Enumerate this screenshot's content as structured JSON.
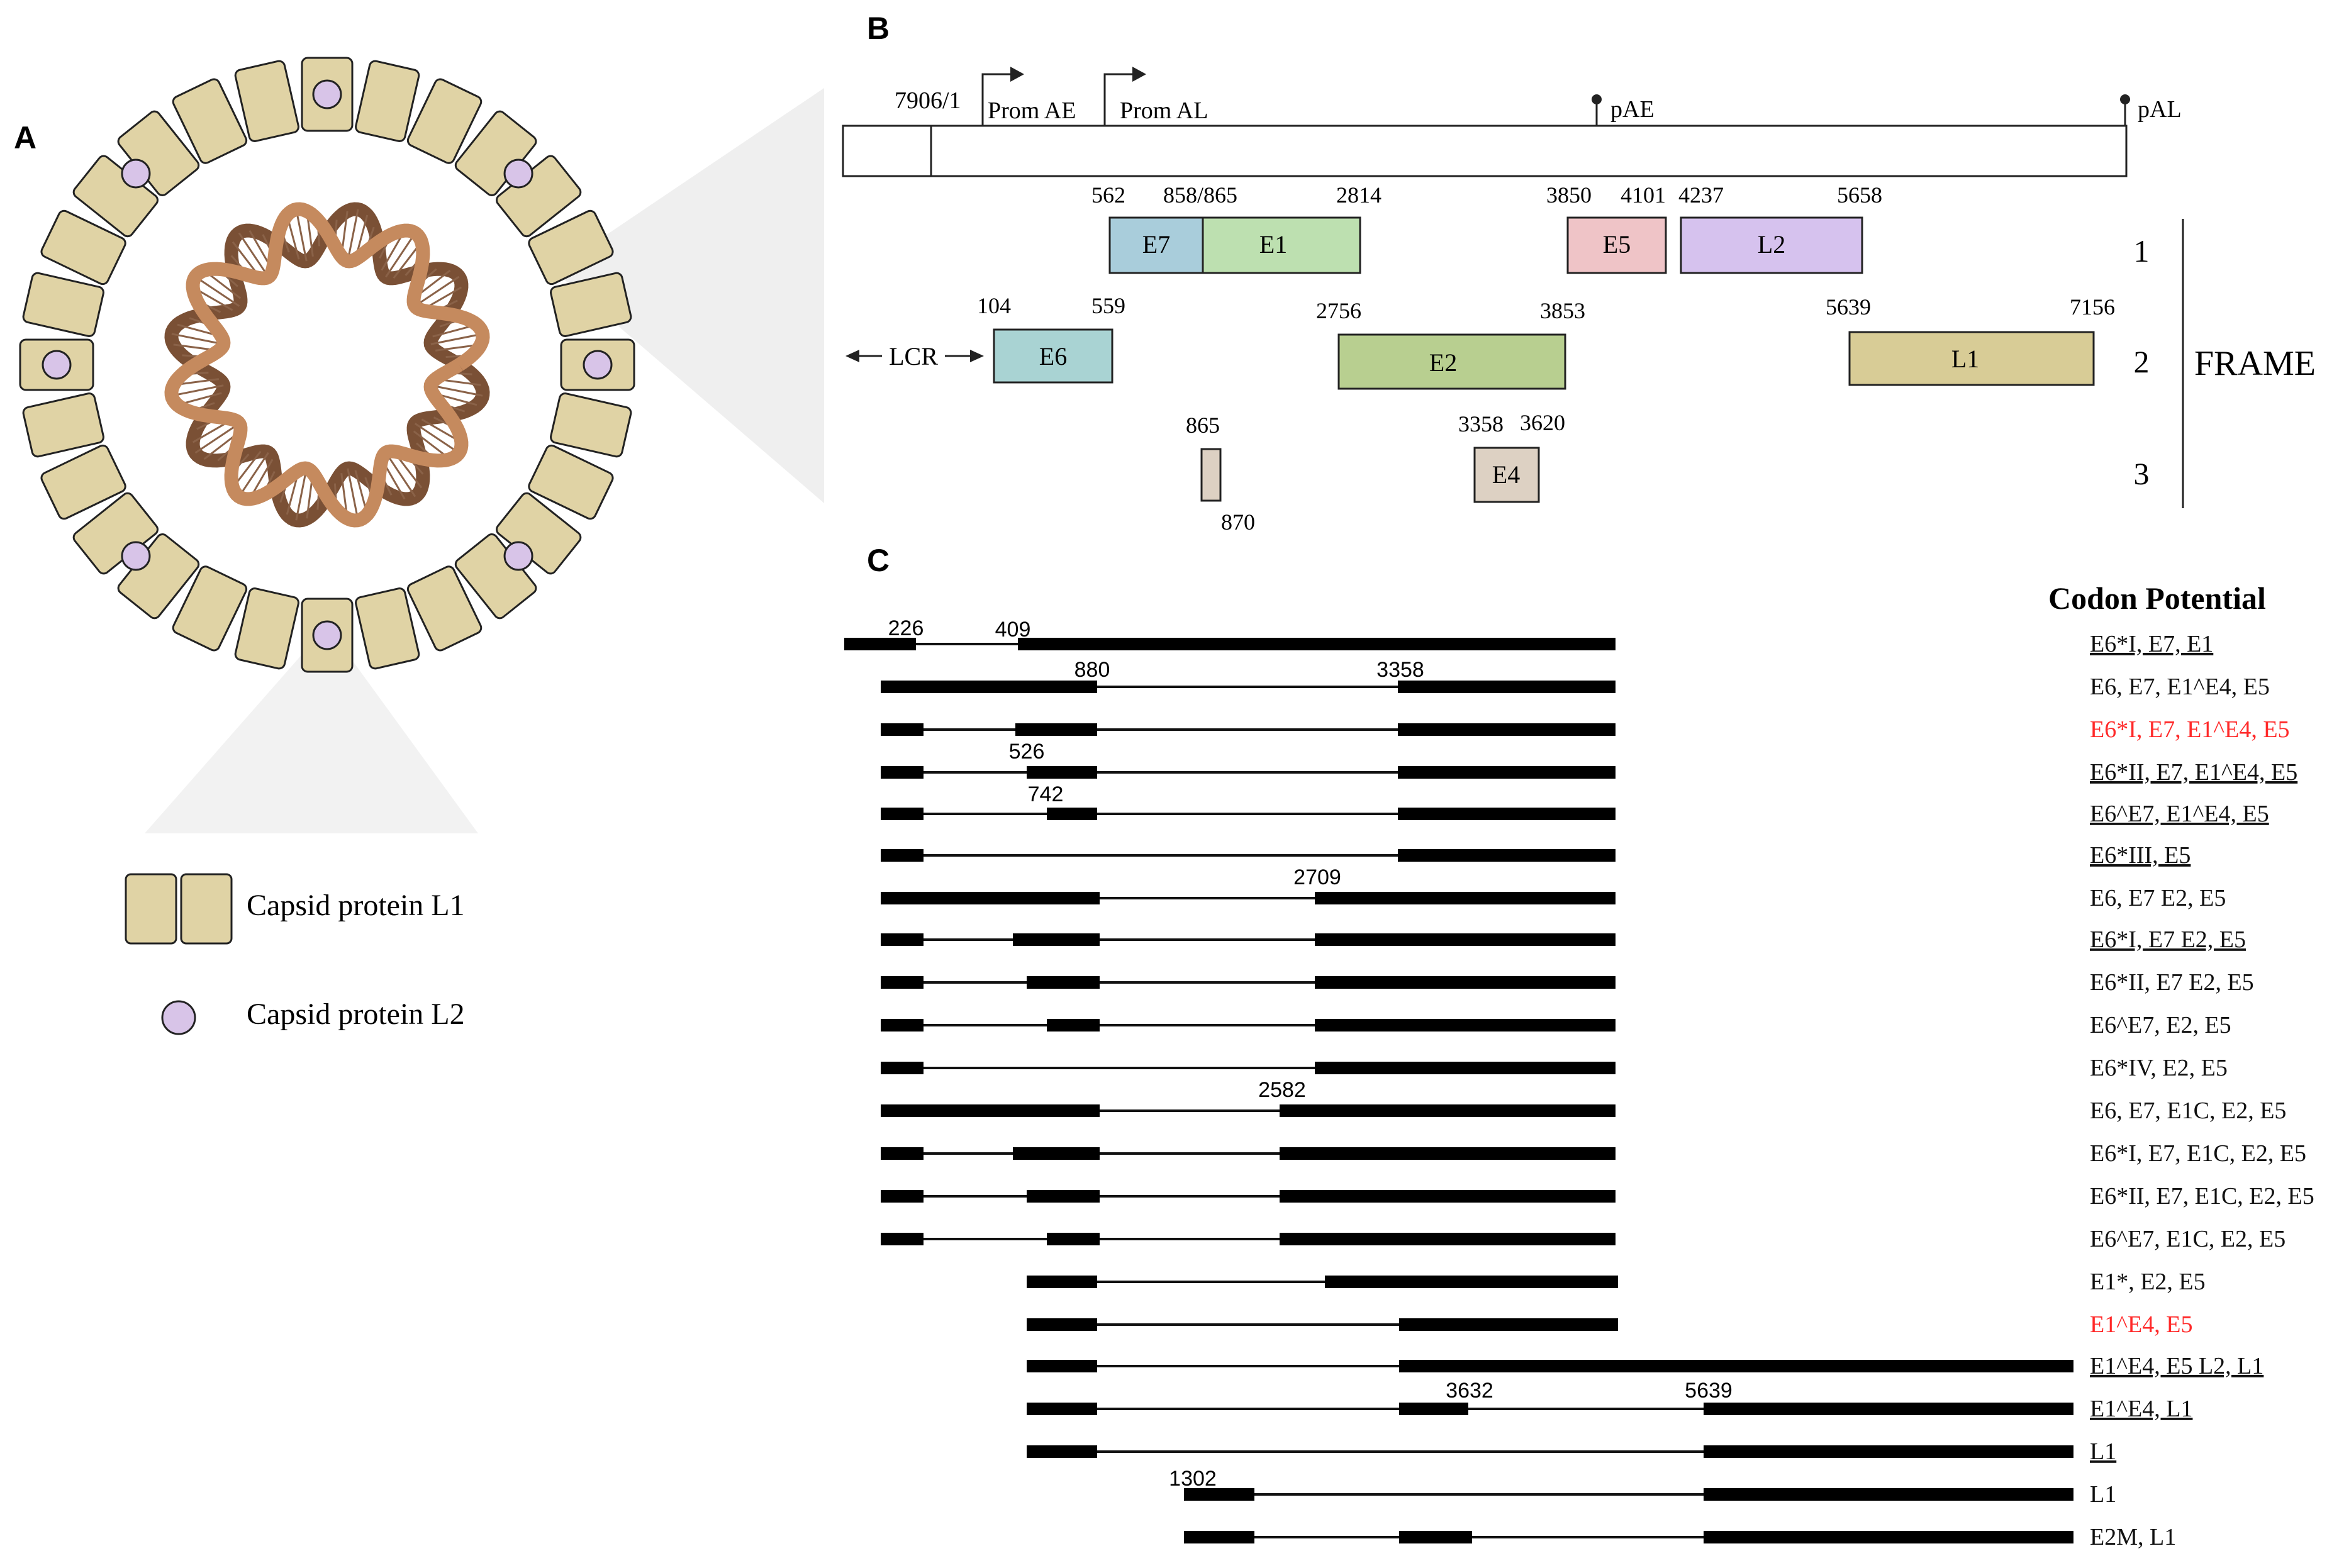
{
  "panel_labels": {
    "a": "A",
    "b": "B",
    "c": "C"
  },
  "legend": [
    {
      "label": "Capsid protein L1",
      "icon": "capsid-l1-icon"
    },
    {
      "label": "Capsid protein L2",
      "icon": "capsid-l2-icon"
    }
  ],
  "colors": {
    "capsomer_fill": "#e0d3a5",
    "l2_fill": "#d8c4e8",
    "dna_dark": "#7a5035",
    "dna_light": "#c58a5e",
    "highlight_red": "#ff2a2a",
    "gene_E6": "#a9d3d3",
    "gene_E7": "#a9cddb",
    "gene_E1": "#bde0b0",
    "gene_E5": "#efc4c7",
    "gene_L2": "#d6c2ee",
    "gene_E2": "#b8cf90",
    "gene_L1": "#d8cc96",
    "gene_E4": "#ddd1c3"
  },
  "genome": {
    "origin_label": "7906/1",
    "promoters": [
      "Prom AE",
      "Prom AL"
    ],
    "polyA": [
      "pAE",
      "pAL"
    ],
    "lcr_label": "LCR",
    "frame_title": "FRAME",
    "frames": [
      "1",
      "2",
      "3"
    ],
    "genes": [
      {
        "name": "E7",
        "frame": 1,
        "start": "562",
        "end": ""
      },
      {
        "name": "E1",
        "frame": 1,
        "start": "858/865",
        "end": "2814"
      },
      {
        "name": "E5",
        "frame": 1,
        "start": "3850",
        "end": "4101"
      },
      {
        "name": "L2",
        "frame": 1,
        "start": "4237",
        "end": "5658"
      },
      {
        "name": "E6",
        "frame": 2,
        "start": "104",
        "end": "559"
      },
      {
        "name": "E2",
        "frame": 2,
        "start": "2756",
        "end": "3853"
      },
      {
        "name": "L1",
        "frame": 2,
        "start": "5639",
        "end": "7156"
      },
      {
        "name": "",
        "frame": 3,
        "start": "865",
        "end": "870"
      },
      {
        "name": "E4",
        "frame": 3,
        "start": "3358",
        "end": "3620"
      }
    ]
  },
  "transcripts": {
    "header": "Codon Potential",
    "splice_sites": [
      "226",
      "409",
      "880",
      "3358",
      "526",
      "742",
      "2709",
      "2582",
      "3632",
      "5639",
      "1302"
    ],
    "rows": [
      {
        "label": "E6*I, E7, E1",
        "underlined": true,
        "red": false
      },
      {
        "label": "E6, E7, E1^E4, E5",
        "underlined": false,
        "red": false
      },
      {
        "label": "E6*I, E7, E1^E4, E5",
        "underlined": false,
        "red": true
      },
      {
        "label": "E6*II, E7, E1^E4, E5",
        "underlined": true,
        "red": false
      },
      {
        "label": "E6^E7, E1^E4, E5",
        "underlined": true,
        "red": false
      },
      {
        "label": "E6*III, E5",
        "underlined": true,
        "red": false
      },
      {
        "label": "E6, E7 E2, E5",
        "underlined": false,
        "red": false
      },
      {
        "label": "E6*I, E7 E2, E5",
        "underlined": true,
        "red": false
      },
      {
        "label": "E6*II, E7 E2, E5",
        "underlined": false,
        "red": false
      },
      {
        "label": "E6^E7, E2, E5",
        "underlined": false,
        "red": false
      },
      {
        "label": "E6*IV, E2, E5",
        "underlined": false,
        "red": false
      },
      {
        "label": "E6, E7, E1C, E2, E5",
        "underlined": false,
        "red": false
      },
      {
        "label": "E6*I, E7, E1C, E2, E5",
        "underlined": false,
        "red": false
      },
      {
        "label": "E6*II, E7, E1C, E2, E5",
        "underlined": false,
        "red": false
      },
      {
        "label": "E6^E7, E1C, E2, E5",
        "underlined": false,
        "red": false
      },
      {
        "label": "E1*, E2, E5",
        "underlined": false,
        "red": false
      },
      {
        "label": "E1^E4, E5",
        "underlined": false,
        "red": true
      },
      {
        "label": "E1^E4, E5  L2, L1",
        "underlined": true,
        "red": false
      },
      {
        "label": "E1^E4, L1",
        "underlined": true,
        "red": false
      },
      {
        "label": "L1",
        "underlined": true,
        "red": false
      },
      {
        "label": "L1",
        "underlined": false,
        "red": false
      },
      {
        "label": "E2M, L1",
        "underlined": false,
        "red": false
      }
    ]
  }
}
